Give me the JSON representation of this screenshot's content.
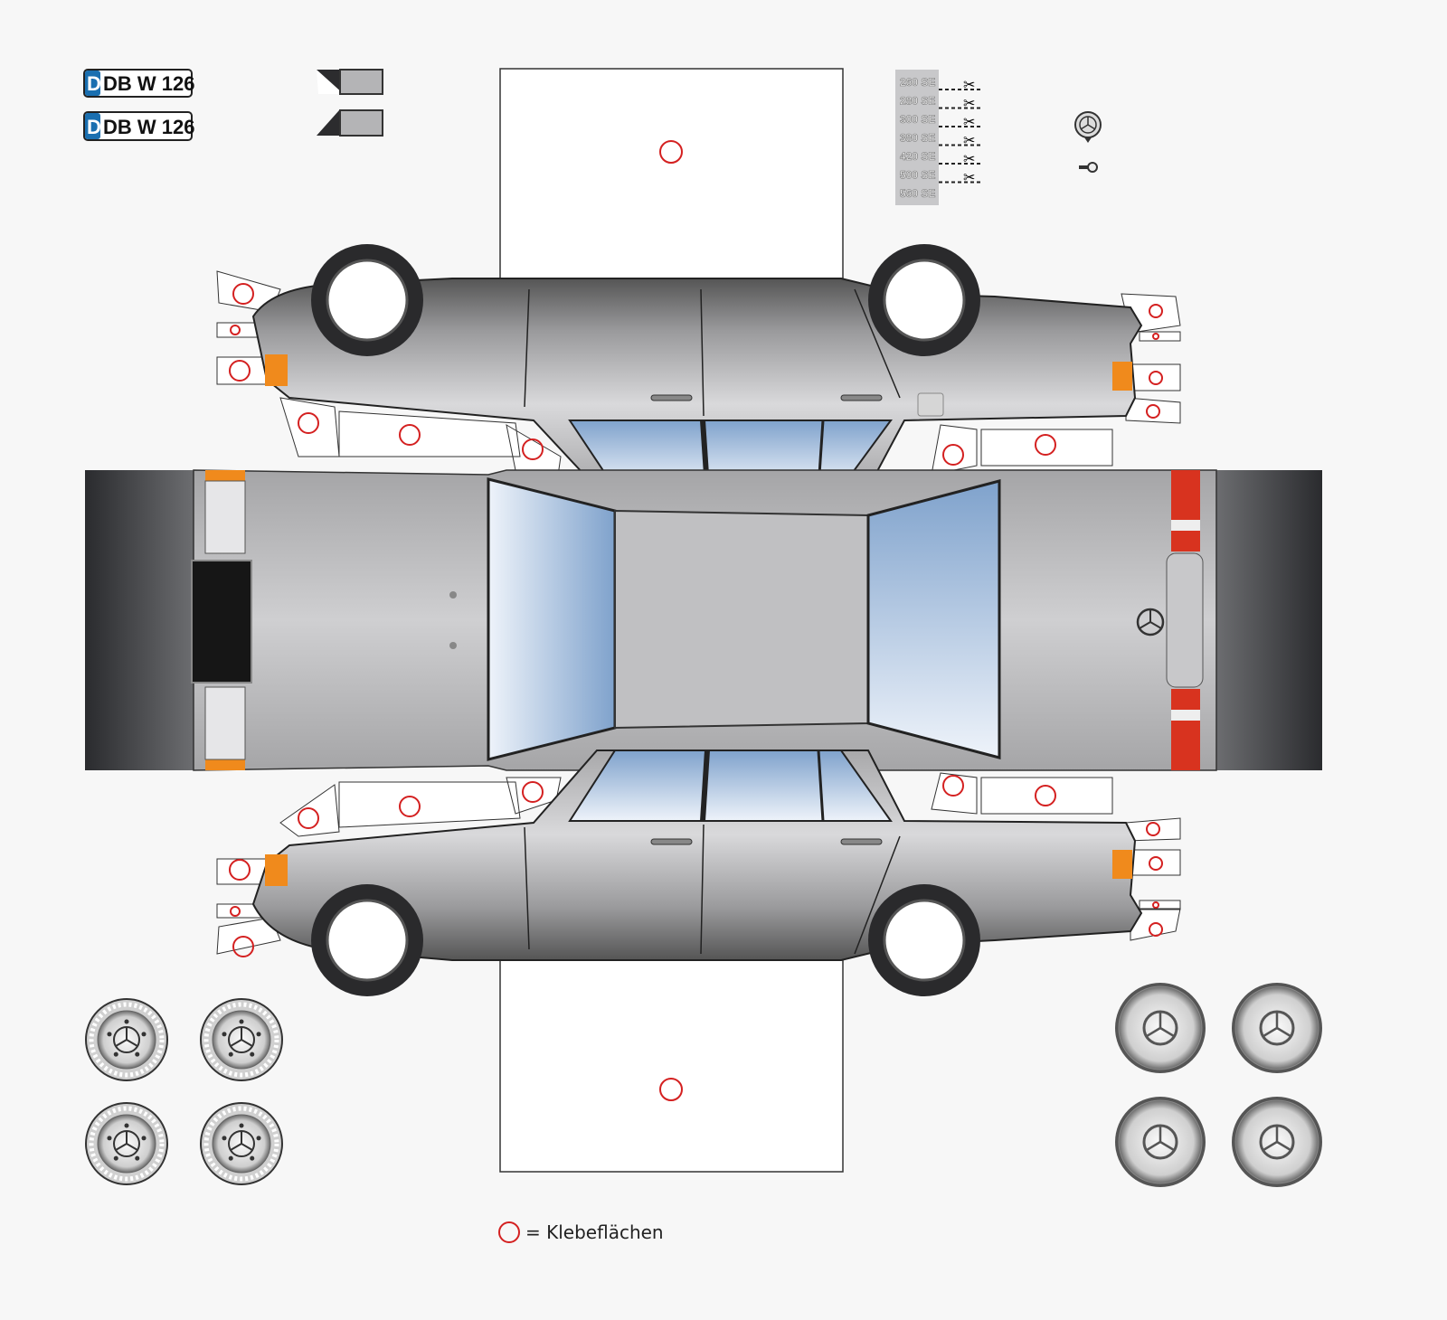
{
  "plates": [
    {
      "country": "D",
      "number": "DB W 126"
    },
    {
      "country": "D",
      "number": "DB W 126"
    }
  ],
  "model_badges": [
    "260 SE",
    "280 SE",
    "300 SE",
    "380 SE",
    "420 SE",
    "500 SE",
    "560 SE"
  ],
  "legend": {
    "label": "= Klebeflächen"
  },
  "colors": {
    "glue_mark": "#d42020",
    "plate_blue": "#1a6fb0",
    "body_silver": "#b9b9bb",
    "glass": "#a9c4e4",
    "indicator": "#f08a1c",
    "taillight": "#d8331f"
  }
}
